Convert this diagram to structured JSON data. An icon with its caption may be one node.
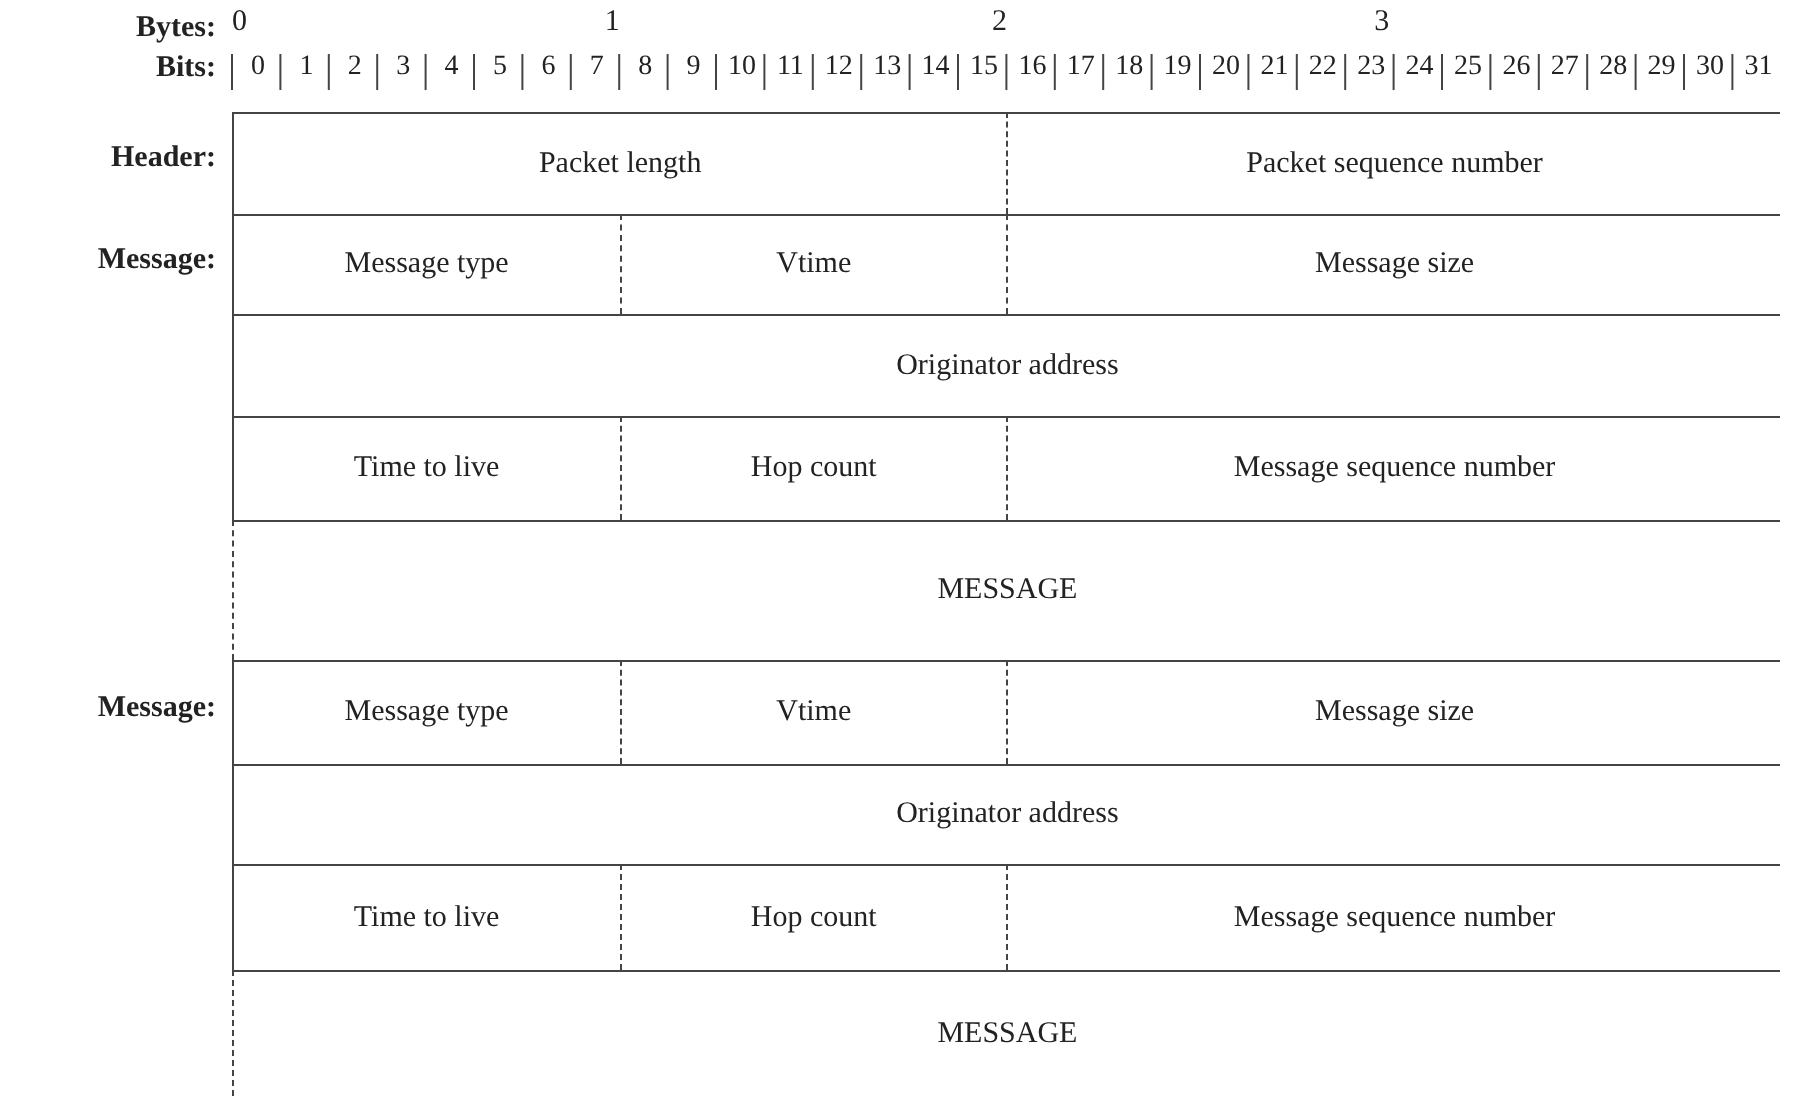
{
  "diagram": {
    "nodes": [
      {
        "text": [
          "Packet length"
        ]
      },
      {
        "text": [
          "Packet sequence number"
        ]
      },
      {
        "text": [
          "Message type"
        ]
      },
      {
        "text": [
          "Vtime"
        ]
      },
      {
        "text": [
          "Message size"
        ]
      },
      {
        "text": [
          "Originator address"
        ]
      },
      {
        "text": [
          "Time to live"
        ]
      },
      {
        "text": [
          "Hop count"
        ]
      },
      {
        "text": [
          "Message sequence number"
        ]
      },
      {
        "text": [
          "MESSAGE"
        ]
      },
      {
        "text": [
          "Message type"
        ]
      },
      {
        "text": [
          "Vtime"
        ]
      },
      {
        "text": [
          "Message size"
        ]
      },
      {
        "text": [
          "Originator address"
        ]
      },
      {
        "text": [
          "Time to live"
        ]
      },
      {
        "text": [
          "Hop count"
        ]
      },
      {
        "text": [
          "Message sequence number"
        ]
      },
      {
        "text": [
          "MESSAGE"
        ]
      }
    ],
    "labels": [
      "Bytes:",
      "0",
      "1",
      "2",
      "3",
      "Bits:",
      "0",
      "1",
      "2",
      "3",
      "4",
      "5",
      "6",
      "7",
      "8",
      "9",
      "10",
      "11",
      "12",
      "13",
      "14",
      "15",
      "16",
      "17",
      "18",
      "19",
      "20",
      "21",
      "22",
      "23",
      "24",
      "25",
      "26",
      "27",
      "28",
      "29",
      "30",
      "31",
      "Header:",
      "Message:",
      "Message:"
    ]
  }
}
